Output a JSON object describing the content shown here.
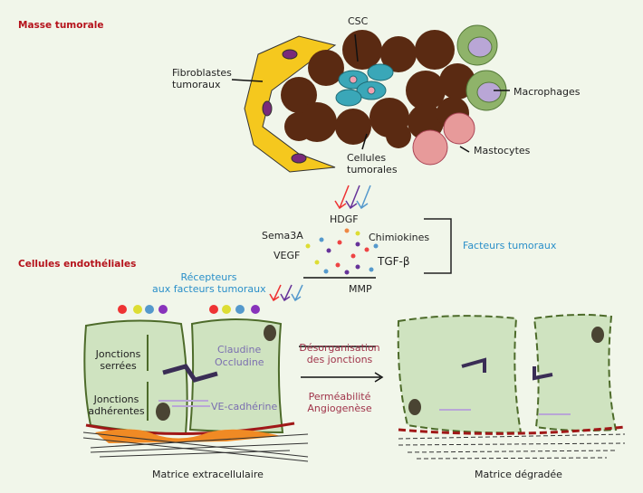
{
  "sections": {
    "tumor_mass": "Masse tumorale",
    "endothelial_cells": "Cellules endothéliales"
  },
  "tumor_labels": {
    "csc": "CSC",
    "fibroblasts": [
      "Fibroblastes",
      "tumoraux"
    ],
    "macrophages": "Macrophages",
    "mastocytes": "Mastocytes",
    "tumor_cells": [
      "Cellules",
      "tumorales"
    ]
  },
  "factors": {
    "items": [
      "HDGF",
      "Sema3A",
      "Chimiokines",
      "VEGF",
      "TGF-β",
      "MMP"
    ],
    "group_label": "Facteurs tumoraux"
  },
  "receptors_label": [
    "Récepteurs",
    "aux facteurs tumoraux"
  ],
  "junctions": {
    "tight": [
      "Jonctions",
      "serrées"
    ],
    "adherens": [
      "Jonctions",
      "adhérentes"
    ],
    "claudine": "Claudine",
    "occludine": "Occludine",
    "ve_cadherin": "VE-cadhérine"
  },
  "effects": {
    "disorganisation": [
      "Désorganisation",
      "des jonctions"
    ],
    "outcomes": [
      "Perméabilité",
      "Angiogenèse"
    ]
  },
  "matrix": {
    "intact": "Matrice extracellulaire",
    "degraded": "Matrice dégradée"
  },
  "colors": {
    "section_title": "#b5121b",
    "factor_label": "#2a8fc9",
    "endothelial_cell": "#cfe3c0",
    "tumor_cell": "#5a2a12",
    "csc": "#3aa7b8",
    "fibroblast": "#f5c81e",
    "macrophage": "#8fb36a",
    "mastocyte": "#e79a9a",
    "pericyte": "#f08a24"
  }
}
